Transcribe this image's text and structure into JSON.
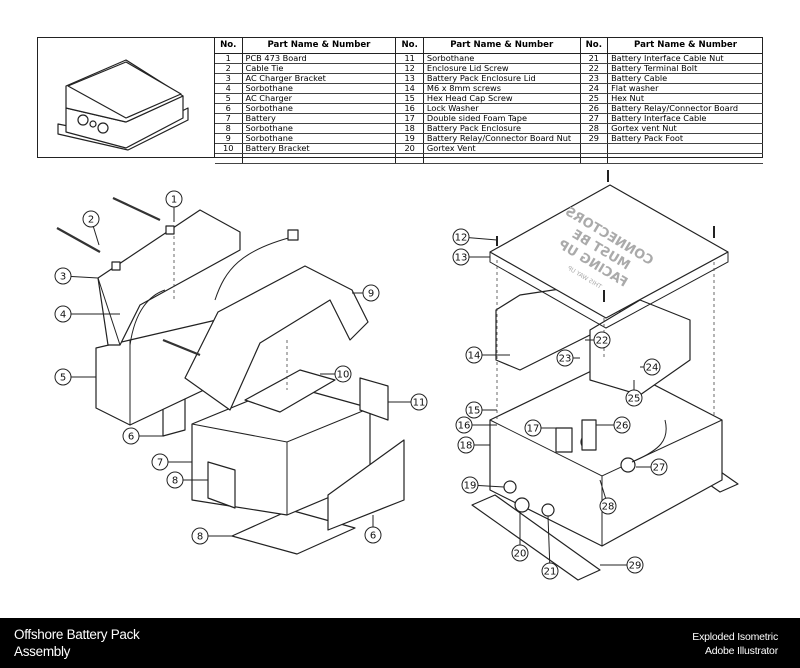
{
  "header_table": {
    "columns": [
      {
        "no_label": "No.",
        "name_label": "Part Name & Number"
      },
      {
        "no_label": "No.",
        "name_label": "Part Name & Number"
      },
      {
        "no_label": "No.",
        "name_label": "Part Name & Number"
      }
    ],
    "rows": [
      [
        {
          "no": "1",
          "name": "PCB 473 Board"
        },
        {
          "no": "11",
          "name": "Sorbothane"
        },
        {
          "no": "21",
          "name": "Battery Interface Cable Nut"
        }
      ],
      [
        {
          "no": "2",
          "name": "Cable Tie"
        },
        {
          "no": "12",
          "name": "Enclosure Lid Screw"
        },
        {
          "no": "22",
          "name": "Battery Terminal Bolt"
        }
      ],
      [
        {
          "no": "3",
          "name": "AC Charger Bracket"
        },
        {
          "no": "13",
          "name": "Battery Pack Enclosure Lid"
        },
        {
          "no": "23",
          "name": "Battery Cable"
        }
      ],
      [
        {
          "no": "4",
          "name": "Sorbothane"
        },
        {
          "no": "14",
          "name": "M6 x 8mm screws"
        },
        {
          "no": "24",
          "name": "Flat washer"
        }
      ],
      [
        {
          "no": "5",
          "name": "AC Charger"
        },
        {
          "no": "15",
          "name": "Hex Head Cap Screw"
        },
        {
          "no": "25",
          "name": "Hex Nut"
        }
      ],
      [
        {
          "no": "6",
          "name": "Sorbothane"
        },
        {
          "no": "16",
          "name": "Lock Washer"
        },
        {
          "no": "26",
          "name": "Battery Relay/Connector Board"
        }
      ],
      [
        {
          "no": "7",
          "name": "Battery"
        },
        {
          "no": "17",
          "name": "Double sided Foam Tape"
        },
        {
          "no": "27",
          "name": "Battery Interface Cable"
        }
      ],
      [
        {
          "no": "8",
          "name": "Sorbothane"
        },
        {
          "no": "18",
          "name": "Battery Pack Enclosure"
        },
        {
          "no": "28",
          "name": "Gortex vent Nut"
        }
      ],
      [
        {
          "no": "9",
          "name": "Sorbothane"
        },
        {
          "no": "19",
          "name": "Battery Relay/Connector Board Nut"
        },
        {
          "no": "29",
          "name": "Battery Pack Foot"
        }
      ],
      [
        {
          "no": "10",
          "name": "Battery Bracket"
        },
        {
          "no": "20",
          "name": "Gortex Vent"
        },
        {
          "no": "",
          "name": ""
        }
      ],
      [
        {
          "no": "",
          "name": ""
        },
        {
          "no": "",
          "name": ""
        },
        {
          "no": "",
          "name": ""
        }
      ]
    ]
  },
  "lid_text": {
    "line1": "CONNECTORS",
    "line2": "MUST BE",
    "line3": "FACING UP",
    "small": "THIS WAY UP"
  },
  "callouts_left": [
    "1",
    "2",
    "3",
    "4",
    "5",
    "6",
    "6",
    "7",
    "8",
    "8",
    "9",
    "10",
    "11"
  ],
  "callouts_right": [
    "12",
    "13",
    "14",
    "15",
    "16",
    "17",
    "18",
    "19",
    "20",
    "21",
    "22",
    "23",
    "24",
    "25",
    "26",
    "27",
    "28",
    "29"
  ],
  "footer": {
    "title_line1": "Offshore Battery Pack",
    "title_line2": "Assembly",
    "right_line1": "Exploded Isometric",
    "right_line2": "Adobe Illustrator"
  }
}
